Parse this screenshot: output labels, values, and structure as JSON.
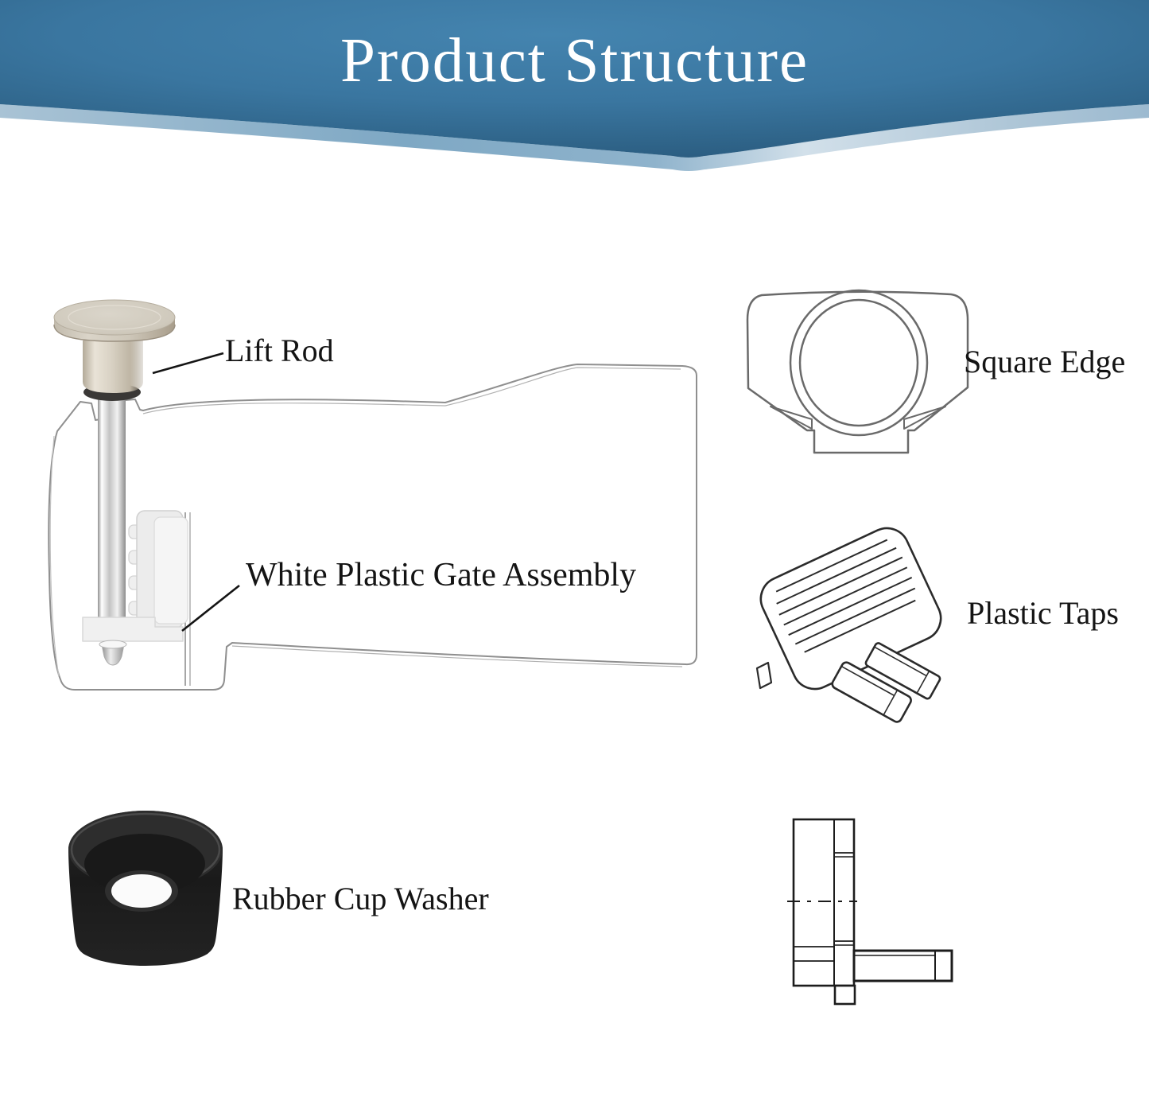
{
  "header": {
    "title": "Product Structure"
  },
  "callouts": {
    "lift_rod": "Lift Rod",
    "gate_assembly": "White Plastic Gate Assembly",
    "square_edge": "Square Edge",
    "plastic_taps": "Plastic Taps",
    "rubber_cup_washer": "Rubber Cup Washer"
  },
  "illustrations": {
    "lift_rod": "brushed-nickel-lift-rod-photo",
    "spout_body": "tub-spout-cross-section-line-drawing",
    "gate_assembly": "white-plastic-gate-assembly-photo",
    "square_edge": "square-edge-front-view-line-drawing",
    "plastic_taps": "plastic-taps-isometric-line-drawing",
    "rubber_cup_washer": "black-rubber-cup-washer-photo",
    "gate_side_view": "gate-tab-side-view-line-drawing"
  },
  "colors": {
    "header_blue": "#3a76a0",
    "header_blue_dark": "#2a5d82",
    "header_bevel_light": "#a9c3d5",
    "label_text": "#141414",
    "line_drawing_gray": "#8f8f8f",
    "dark_line": "#1c1c1c",
    "washer_black": "#1e1e1e",
    "background": "#ffffff"
  }
}
